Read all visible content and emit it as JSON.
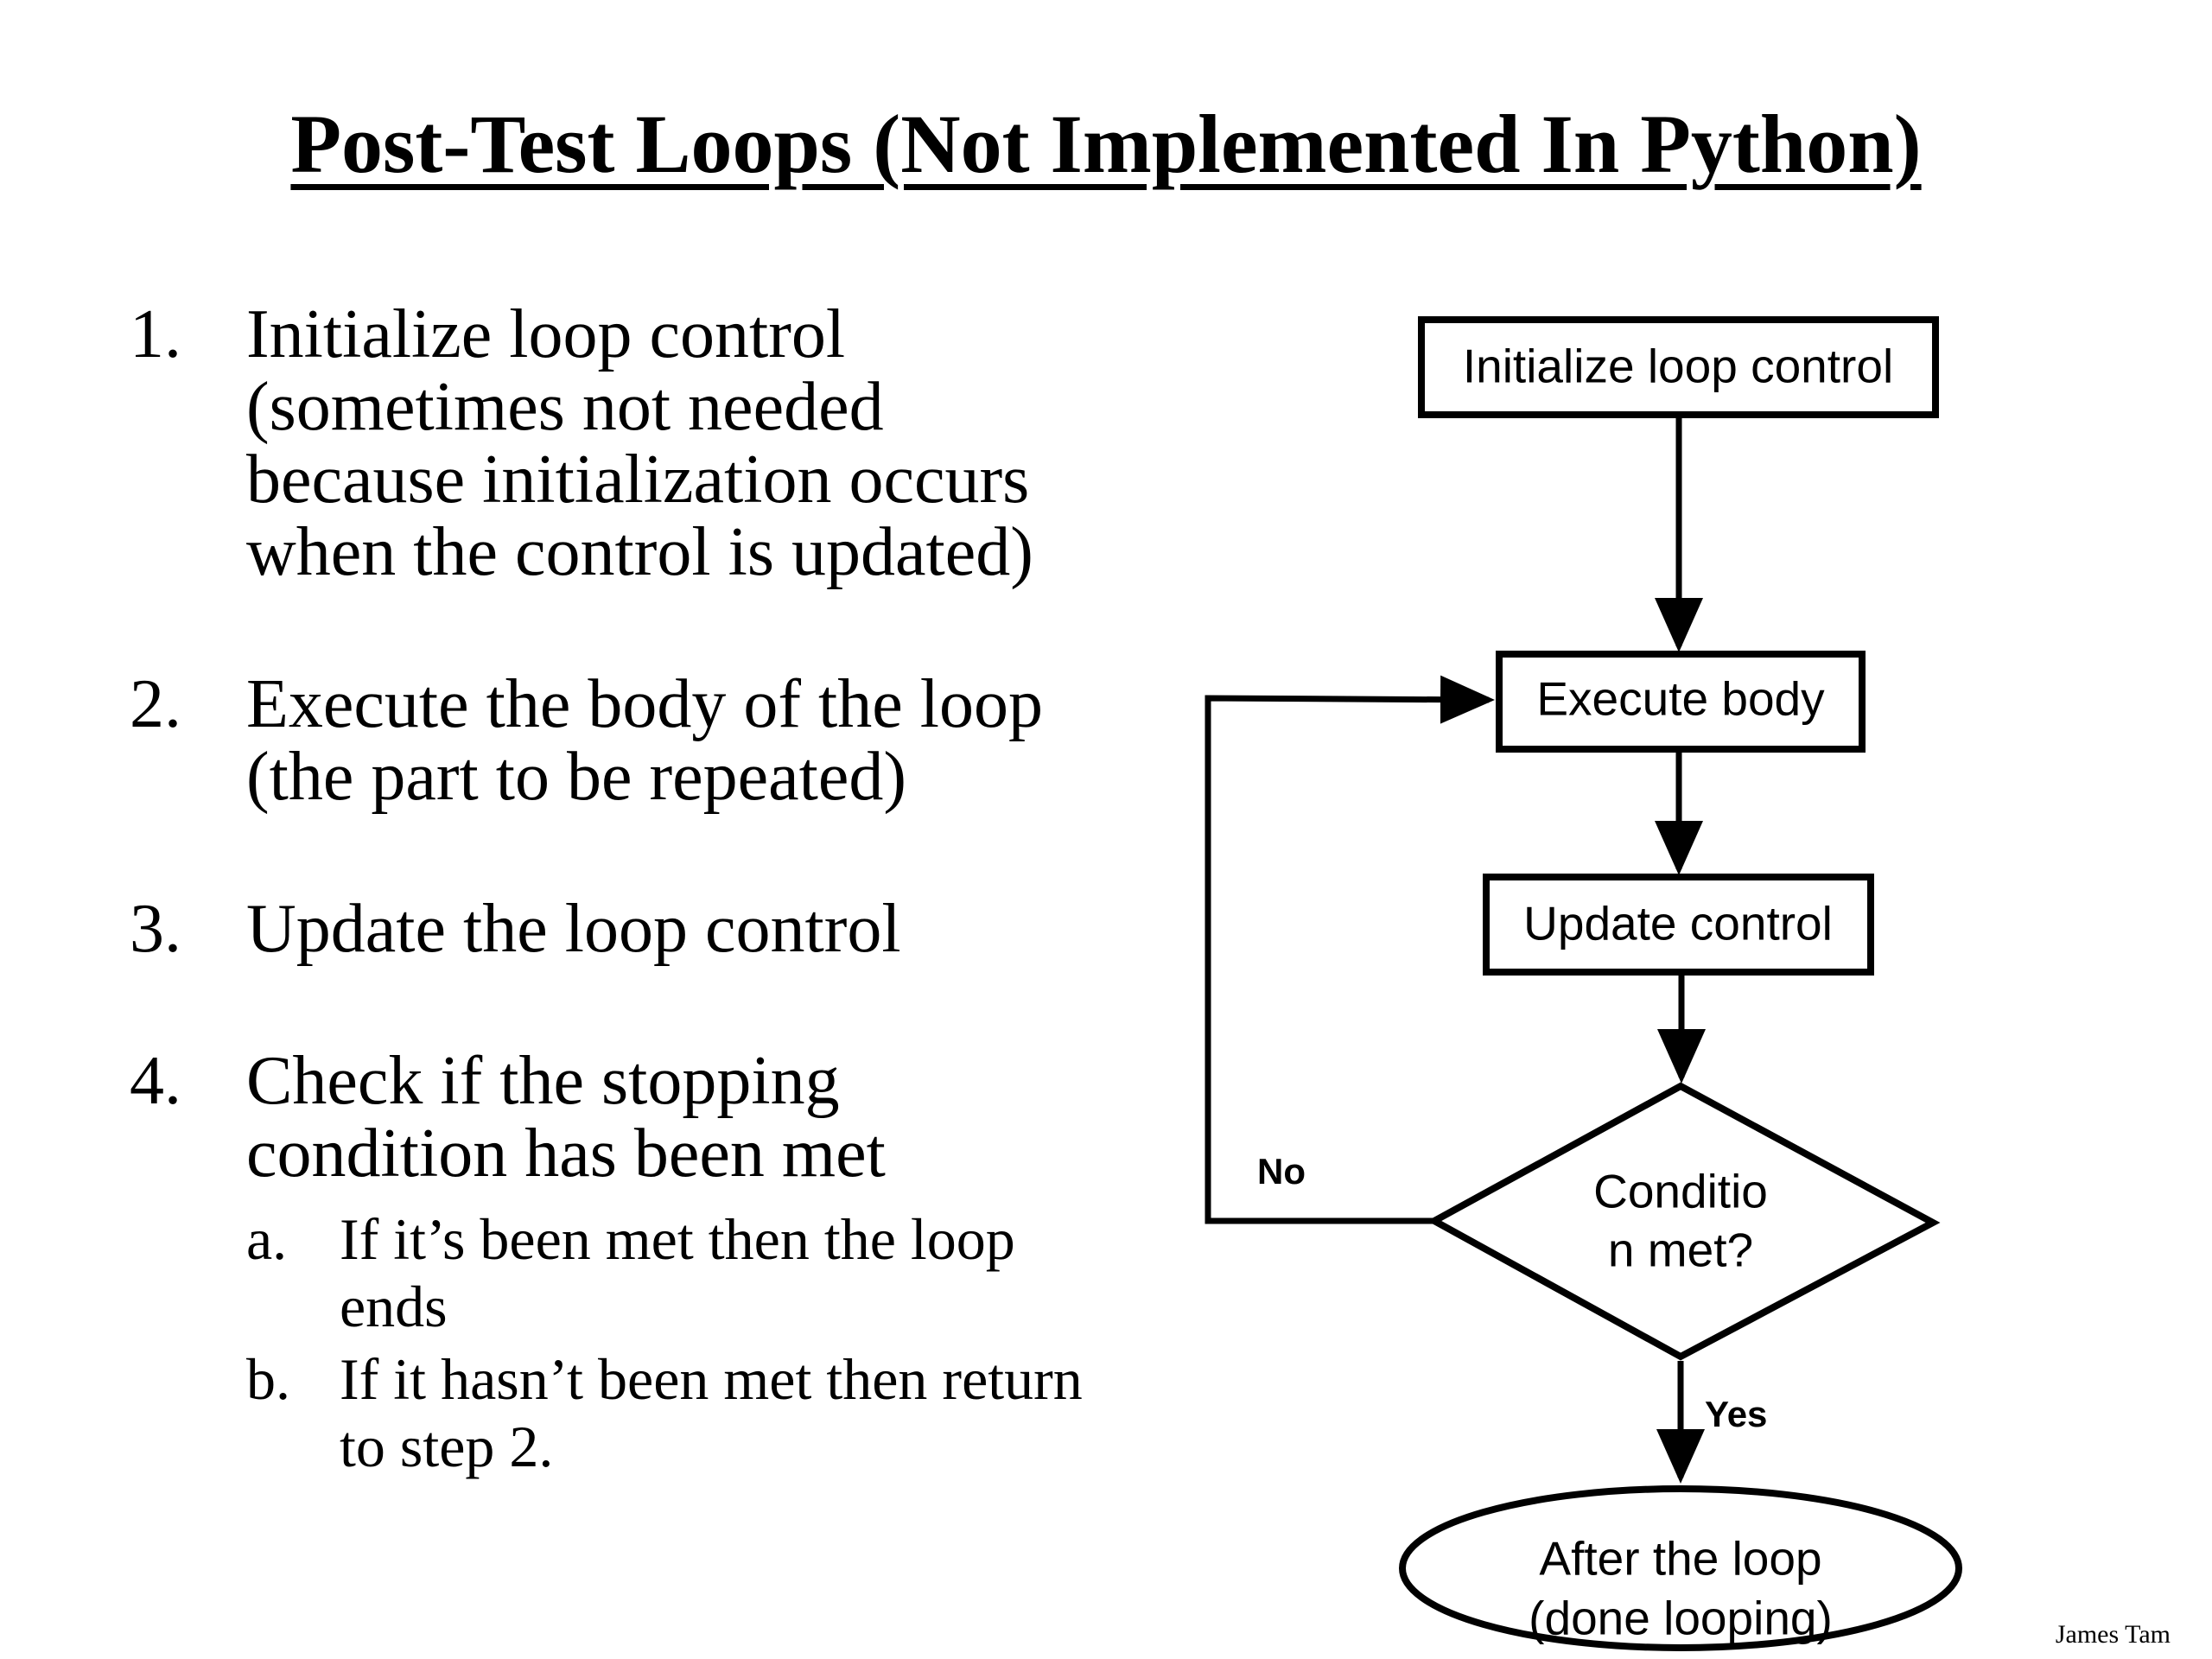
{
  "slide": {
    "title": "Post-Test Loops (Not Implemented In Python)",
    "author": "James Tam"
  },
  "steps": [
    {
      "number": "1.",
      "lines": [
        "Initialize loop control",
        "(sometimes not needed",
        "because initialization occurs",
        "when the control is updated)"
      ]
    },
    {
      "number": "2.",
      "lines": [
        "Execute the body of the loop",
        "(the part to be repeated)"
      ]
    },
    {
      "number": "3.",
      "lines": [
        "Update the loop control"
      ]
    },
    {
      "number": "4.",
      "lines": [
        "Check if the stopping",
        "condition has been met"
      ],
      "substeps": [
        {
          "label": "a.",
          "lines": [
            "If it’s been met then the loop",
            "ends"
          ]
        },
        {
          "label": "b.",
          "lines": [
            "If it hasn’t been met then return",
            "to step 2."
          ]
        }
      ]
    }
  ],
  "flowchart": {
    "init_box": "Initialize loop control",
    "body_box": "Execute body",
    "update_box": "Update control",
    "decision": [
      "Conditio",
      "n met?"
    ],
    "no_label": "No",
    "yes_label": "Yes",
    "end_oval": [
      "After the loop",
      "(done looping)"
    ]
  }
}
